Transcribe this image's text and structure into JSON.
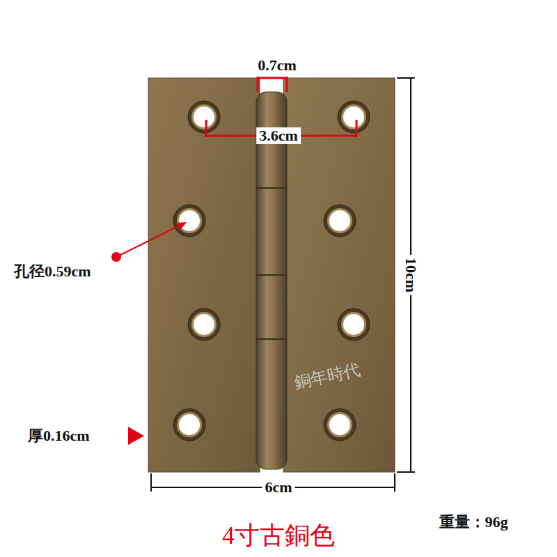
{
  "diagram": {
    "labels": [
      "0.7cm",
      "3.6cm",
      "孔径0.59cm",
      "10cm",
      "厚0.16cm",
      "6cm",
      "銅年時代",
      "4寸古銅色",
      "重量：96g"
    ]
  }
}
